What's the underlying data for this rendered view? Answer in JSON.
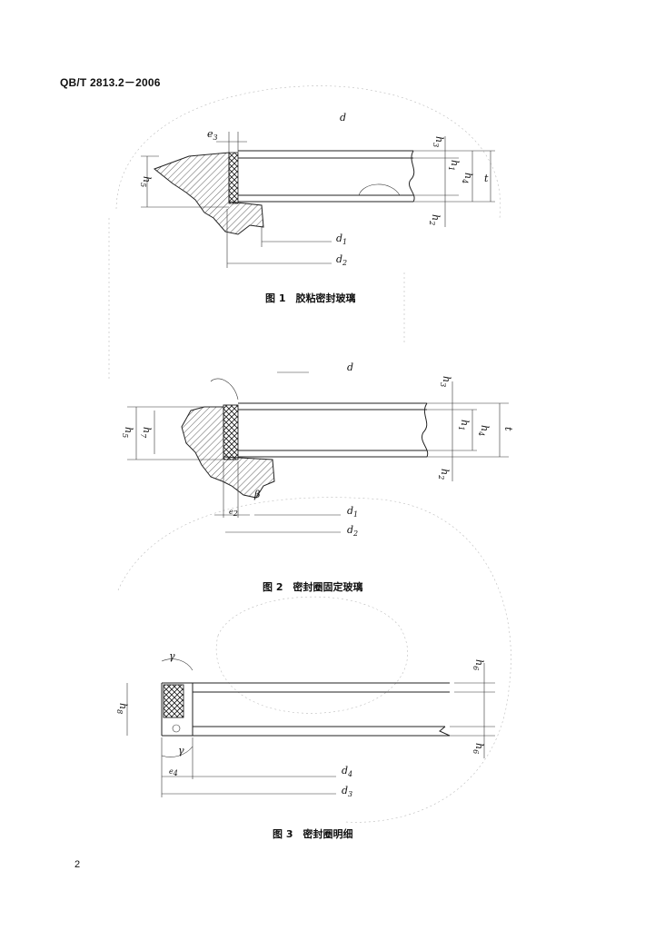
{
  "header": {
    "standard_code": "QB/T 2813.2－2006"
  },
  "figures": [
    {
      "caption": "图 1　胶粘密封玻璃",
      "labels": {
        "d": "d",
        "e3": "e",
        "e3_sub": "3",
        "h3": "h",
        "h3_sub": "3",
        "h1": "h",
        "h1_sub": "1",
        "h4": "h",
        "h4_sub": "4",
        "t": "t",
        "h5": "h",
        "h5_sub": "5",
        "h2": "h",
        "h2_sub": "2",
        "d1": "d",
        "d1_sub": "1",
        "d2": "d",
        "d2_sub": "2"
      }
    },
    {
      "caption": "图 2　密封圈固定玻璃",
      "labels": {
        "d": "d",
        "h3": "h",
        "h3_sub": "3",
        "h1": "h",
        "h1_sub": "1",
        "h4": "h",
        "h4_sub": "4",
        "t": "t",
        "h5": "h",
        "h5_sub": "5",
        "h7": "h",
        "h7_sub": "7",
        "h2": "h",
        "h2_sub": "2",
        "beta": "β",
        "e2": "e",
        "e2_sub": "2",
        "d1": "d",
        "d1_sub": "1",
        "d2": "d",
        "d2_sub": "2"
      }
    },
    {
      "caption": "图 3　密封圈明细",
      "labels": {
        "gamma_top": "γ",
        "gamma_bottom": "γ",
        "h6_top": "h",
        "h6_top_sub": "6",
        "h8": "h",
        "h8_sub": "8",
        "h6_bottom": "h",
        "h6_bottom_sub": "6",
        "e4": "e",
        "e4_sub": "4",
        "d4": "d",
        "d4_sub": "4",
        "d3": "d",
        "d3_sub": "3"
      }
    }
  ],
  "page_number": "2"
}
